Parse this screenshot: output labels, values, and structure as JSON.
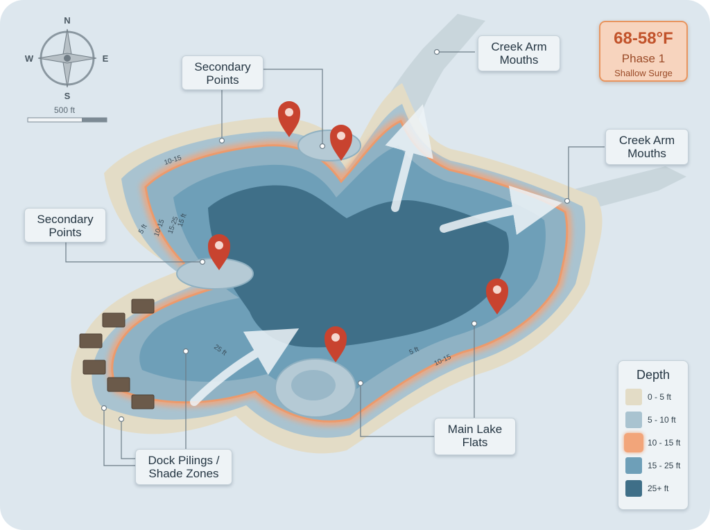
{
  "compass": {
    "north": "N",
    "south": "S",
    "east": "E",
    "west": "W"
  },
  "scale": {
    "label": "500 ft"
  },
  "temperature_card": {
    "range": "68-58°F",
    "phase": "Phase 1",
    "subtitle": "Shallow Surge"
  },
  "callouts": {
    "secondary_points_top": [
      "Secondary",
      "Points"
    ],
    "secondary_points_left": [
      "Secondary",
      "Points"
    ],
    "creek_arm_top": [
      "Creek Arm",
      "Mouths"
    ],
    "creek_arm_right": [
      "Creek Arm",
      "Mouths"
    ],
    "main_lake_flats": [
      "Main Lake",
      "Flats"
    ],
    "dock_pilings": [
      "Dock Pilings /",
      "Shade Zones"
    ]
  },
  "contour_labels": {
    "ten_fifteen_top": "10-15",
    "ten_fifteen_left": "10-15",
    "five_ft_left": "5 ft",
    "fifteen_ft_left": "15 ft",
    "fifteen_twentyfive_left": "15-25",
    "twentyfive_ft": "25 ft",
    "five_ft_bottom": "5 ft",
    "ten_fifteen_bottom": "10-15"
  },
  "legend": {
    "title": "Depth",
    "items": [
      {
        "label": "0 - 5 ft",
        "color": "#e3dcc6"
      },
      {
        "label": "5 - 10 ft",
        "color": "#a9c3d0"
      },
      {
        "label": "10 - 15 ft",
        "color": "#f2a57a"
      },
      {
        "label": "15 - 25 ft",
        "color": "#6e9fb8"
      },
      {
        "label": "25+ ft",
        "color": "#3f6f88"
      }
    ]
  },
  "colors": {
    "background": "#dde7ee",
    "shore": "#e3dcc6",
    "shallow": "#a9c3d0",
    "hotband": "#f2a57a",
    "mid": "#6e9fb8",
    "deep": "#3f6f88",
    "pin": "#c8432f",
    "arrow": "#eef4f8"
  }
}
